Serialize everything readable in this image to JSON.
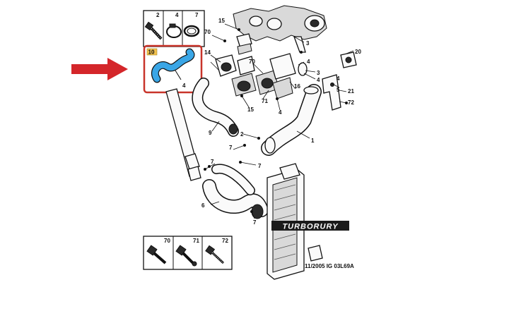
{
  "kit_top": {
    "labels": [
      "2",
      "4",
      "7"
    ]
  },
  "kit_bottom": {
    "labels": [
      "70",
      "71",
      "72"
    ]
  },
  "highlight": {
    "badge": "10",
    "part_label": "4",
    "hose_color": "#3aa6e6",
    "frame_color": "#c8342a"
  },
  "arrow": {
    "color": "#d4262a"
  },
  "callouts": {
    "c15a": "15",
    "c70a": "70",
    "c14": "14",
    "c9": "9",
    "c2a": "2",
    "c7a": "7",
    "c15b": "15",
    "c70b": "70",
    "c71": "71",
    "c4a": "4",
    "c3a": "3",
    "c4b": "4",
    "c3b": "3",
    "c4c": "4",
    "c16": "16",
    "c4d": "4",
    "c20": "20",
    "c21": "21",
    "c72": "72",
    "c5": "5",
    "c1": "1",
    "c7b": "7",
    "c7c": "7",
    "c6": "6",
    "c7d": "7"
  },
  "watermark": {
    "text": "TURBORURY"
  },
  "reference": {
    "text": "11/2005 IG 03L69A"
  }
}
